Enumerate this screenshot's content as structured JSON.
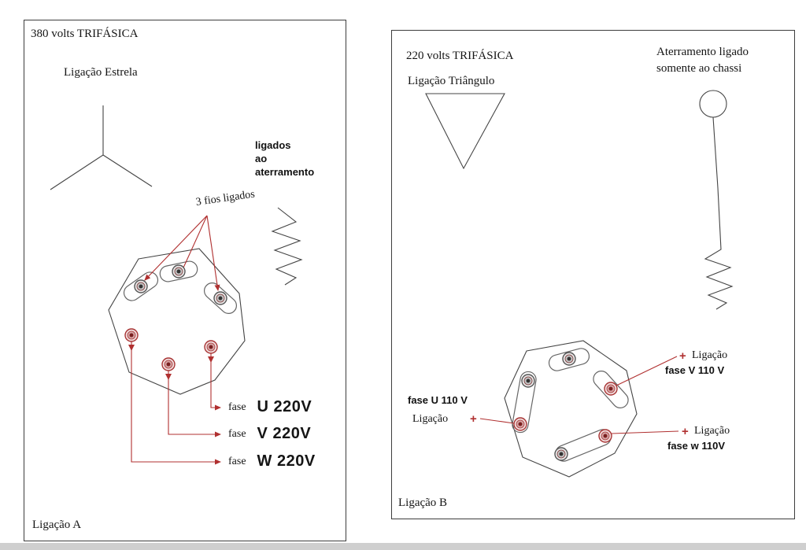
{
  "colors": {
    "accent_red": "#b03030",
    "line_dark": "#444444"
  },
  "panel_a": {
    "title": "380 volts TRIFÁSICA",
    "connection_label": "Ligação Estrela",
    "ground_note_lines": [
      "ligados",
      "ao",
      "aterramento"
    ],
    "wires_note": "3 fios ligados",
    "phases": [
      {
        "word": "fase",
        "value": "U 220V"
      },
      {
        "word": "fase",
        "value": "V 220V"
      },
      {
        "word": "fase",
        "value": "W 220V"
      }
    ],
    "footer": "Ligação A"
  },
  "panel_b": {
    "title": "220 volts TRIFÁSICA",
    "connection_label": "Ligação Triângulo",
    "ground_note_lines": [
      "Aterramento ligado",
      "somente ao chassi"
    ],
    "phase_v": {
      "plus": "+",
      "word": "Ligação",
      "sub": "fase V 110 V"
    },
    "phase_u": {
      "sub": "fase U 110 V",
      "word": "Ligação",
      "plus": "+"
    },
    "phase_w": {
      "plus": "+",
      "word": "Ligação",
      "sub": "fase w 110V"
    },
    "footer": "Ligação B"
  }
}
